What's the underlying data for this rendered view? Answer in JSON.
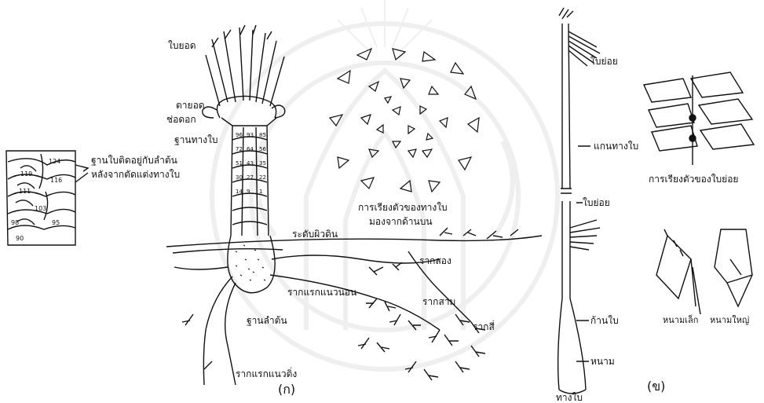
{
  "diagram_a": {
    "panel_label": "(ก)",
    "labels": {
      "young_leaf": "ใบยอด",
      "growing_tip": "ตายอด",
      "flower_bud": "ช่อดอก",
      "leaf_base": "ฐานทางใบ",
      "ground_level": "ระดับผิวดิน",
      "secondary_root": "รากสอง",
      "horizontal_root": "รากแรกแนวนอน",
      "tertiary_root": "รากสาม",
      "quaternary_root": "รากสี่",
      "trunk_base": "ฐานลำต้น",
      "vertical_root": "รากแรกแนวดิ่ง"
    },
    "phyllotaxy_caption_1": "การเรียงตัวของทางใบ",
    "phyllotaxy_caption_2": "มองจากด้านบน",
    "inset_caption_1": "ฐานใบติดอยู่กับลำต้น",
    "inset_caption_2": "หลังจากตัดแต่งทางใบ",
    "inset_numbers": [
      "124",
      "119",
      "116",
      "111",
      "103",
      "98",
      "95",
      "90"
    ],
    "trunk_numbers": [
      "96",
      "93",
      "85",
      "72",
      "64",
      "56",
      "51",
      "43",
      "35",
      "30",
      "27",
      "22",
      "14",
      "9",
      "1"
    ]
  },
  "diagram_b": {
    "panel_label": "(ข)",
    "labels": {
      "leaflet_top": "ใบย่อย",
      "rachis": "แกนทางใบ",
      "leaflet_mid": "ใบย่อย",
      "petiole": "ก้านใบ",
      "spine": "หนาม",
      "frond": "ทางใบ",
      "leaflet_arrangement": "การเรียงตัวของใบย่อย",
      "small_spine": "หนามเล็ก",
      "large_spine": "หนามใหญ่"
    }
  },
  "colors": {
    "ink": "#111111",
    "background": "#ffffff",
    "watermark": "#8a8a8a"
  }
}
